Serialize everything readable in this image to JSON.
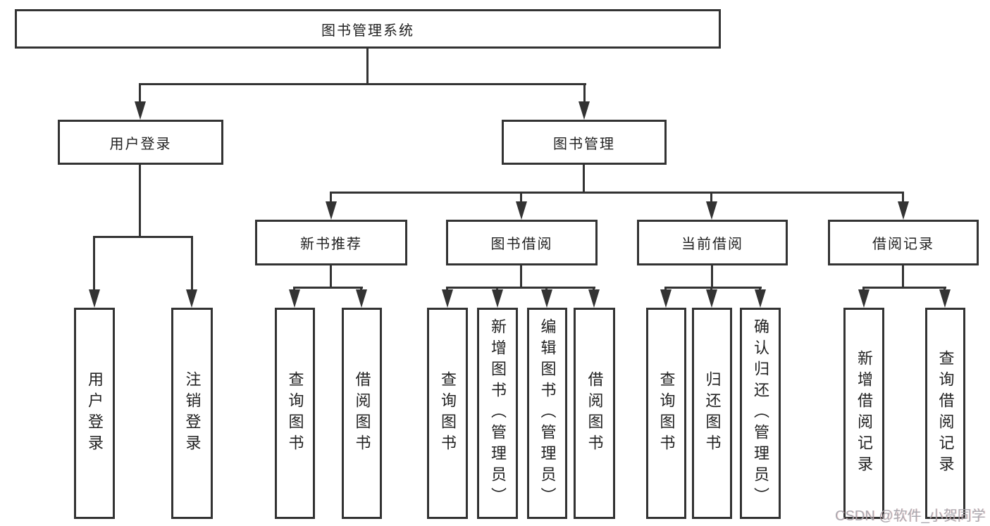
{
  "nodes": {
    "root": {
      "label": "图书管理系统"
    },
    "userLogin": {
      "label": "用户登录"
    },
    "bookMgmt": {
      "label": "图书管理"
    },
    "newBookRec": {
      "label": "新书推荐"
    },
    "bookBorrow": {
      "label": "图书借阅"
    },
    "currentBorrow": {
      "label": "当前借阅"
    },
    "borrowRecords": {
      "label": "借阅记录"
    },
    "leafUserLogin": {
      "label": "用户登录"
    },
    "leafLogout": {
      "label": "注销登录"
    },
    "leafRecQuery": {
      "label": "查询图书"
    },
    "leafRecBorrow": {
      "label": "借阅图书"
    },
    "leafBorQuery": {
      "label": "查询图书"
    },
    "leafBorAdd": {
      "label": "新增图书（管理员）"
    },
    "leafBorEdit": {
      "label": "编辑图书（管理员）"
    },
    "leafBorBorrow": {
      "label": "借阅图书"
    },
    "leafCurQuery": {
      "label": "查询图书"
    },
    "leafCurReturn": {
      "label": "归还图书"
    },
    "leafCurConfirm": {
      "label": "确认归还（管理员）"
    },
    "leafRecordAdd": {
      "label": "新增借阅记录"
    },
    "leafRecordQuery": {
      "label": "查询借阅记录"
    }
  },
  "watermark": {
    "text": "CSDN @软件_小贺同学"
  },
  "colors": {
    "line": "#333333",
    "background": "#ffffff",
    "watermark_gray": "#a5a5ad"
  }
}
